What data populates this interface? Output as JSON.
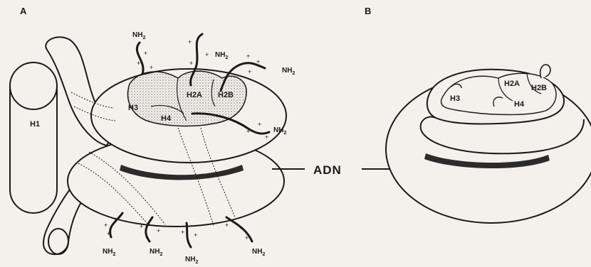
{
  "panels": {
    "a": {
      "letter": "A"
    },
    "b": {
      "letter": "B"
    }
  },
  "linker_histone": "H1",
  "proteins": {
    "h3": "H3",
    "h4": "H4",
    "h2a": "H2A",
    "h2b": "H2B"
  },
  "tail_label": "NH",
  "tail_subscript": "2",
  "dna_label": "ADN",
  "colors": {
    "line": "#1a1a1a",
    "background": "#f4f1ec",
    "band": "#2b2b2b"
  }
}
